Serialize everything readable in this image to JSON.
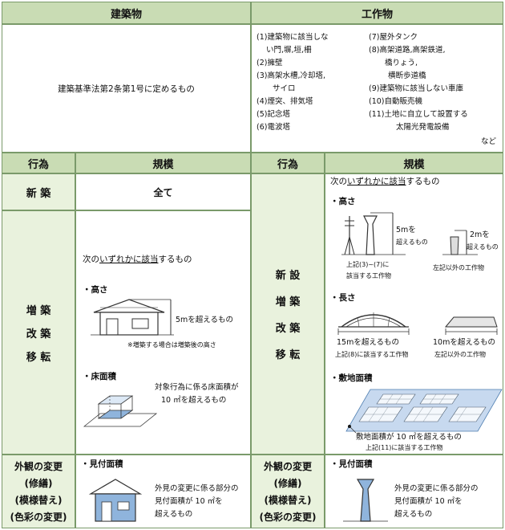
{
  "header": {
    "building": "建築物",
    "structure": "工作物"
  },
  "building_definition": "建築基準法第2条第1号に定めるもの",
  "structure_list": {
    "left": [
      "(1)建築物に該当しな",
      "い門,塀,垣,柵",
      "(2)擁壁",
      "(3)高架水槽,冷却塔,",
      "サイロ",
      "(4)煙突、排気塔",
      "(5)記念塔",
      "(6)電波塔"
    ],
    "right": [
      "(7)屋外タンク",
      "(8)高架道路,高架鉄道,",
      "橋りょう,",
      "横断歩道橋",
      "(9)建築物に該当しない車庫",
      "(10)自動販売機",
      "(11)土地に自立して設置する",
      "太陽光発電設備",
      "など"
    ]
  },
  "columns": {
    "act_left": "行為",
    "scale_left": "規模",
    "act_right": "行為",
    "scale_right": "規模"
  },
  "rows": {
    "new_build": {
      "label": "新 築",
      "scale": "全て"
    },
    "extend": {
      "labels": [
        "増 築",
        "改 築",
        "移 転"
      ],
      "intro_pre": "次の",
      "intro_ul": "いずれかに該当",
      "intro_post": "するもの",
      "height_title": "・高さ",
      "height_value": "5mを超えるもの",
      "height_note": "※増築する場合は増築後の高さ",
      "floor_title": "・床面積",
      "floor_line1": "対象行為に係る床面積が",
      "floor_line2": "10 ㎡を超えるもの"
    },
    "exterior_left": {
      "labels": [
        "外観の変更",
        "(修繕)",
        "(模様替え)",
        "(色彩の変更)"
      ],
      "title": "・見付面積",
      "line1": "外見の変更に係る部分の",
      "line2": "見付面積が 10 ㎡を",
      "line3": "超えるもの"
    },
    "new_struct": {
      "labels": [
        "新 設",
        "増 築",
        "改 築",
        "移 転"
      ],
      "intro_pre": "次の",
      "intro_ul": "いずれかに該当",
      "intro_post": "するもの",
      "height_title": "・高さ",
      "height_a_value": "5mを",
      "height_a_value2": "超えるもの",
      "height_a_caption1": "上記(3)~(7)に",
      "height_a_caption2": "該当する工作物",
      "height_b_value": "2mを",
      "height_b_value2": "超えるもの",
      "height_b_caption": "左記以外の工作物",
      "length_title": "・長さ",
      "length_a_value": "15mを超えるもの",
      "length_a_caption": "上記(8)に該当する工作物",
      "length_b_value": "10mを超えるもの",
      "length_b_caption": "左記以外の工作物",
      "site_title": "・敷地面積",
      "site_value": "敷地面積が 10 ㎡を超えるもの",
      "site_caption": "上記(11)に該当する工作物"
    },
    "exterior_right": {
      "labels": [
        "外観の変更",
        "(修繕)",
        "(模様替え)",
        "(色彩の変更)"
      ],
      "title": "・見付面積",
      "line1": "外見の変更に係る部分の",
      "line2": "見付面積が 10 ㎡を",
      "line3": "超えるもの"
    }
  },
  "colors": {
    "header_bg": "#c9dcb4",
    "label_bg": "#e9f2dd",
    "border": "#7a9a6a",
    "highlight_blue": "#8fb4dc"
  }
}
